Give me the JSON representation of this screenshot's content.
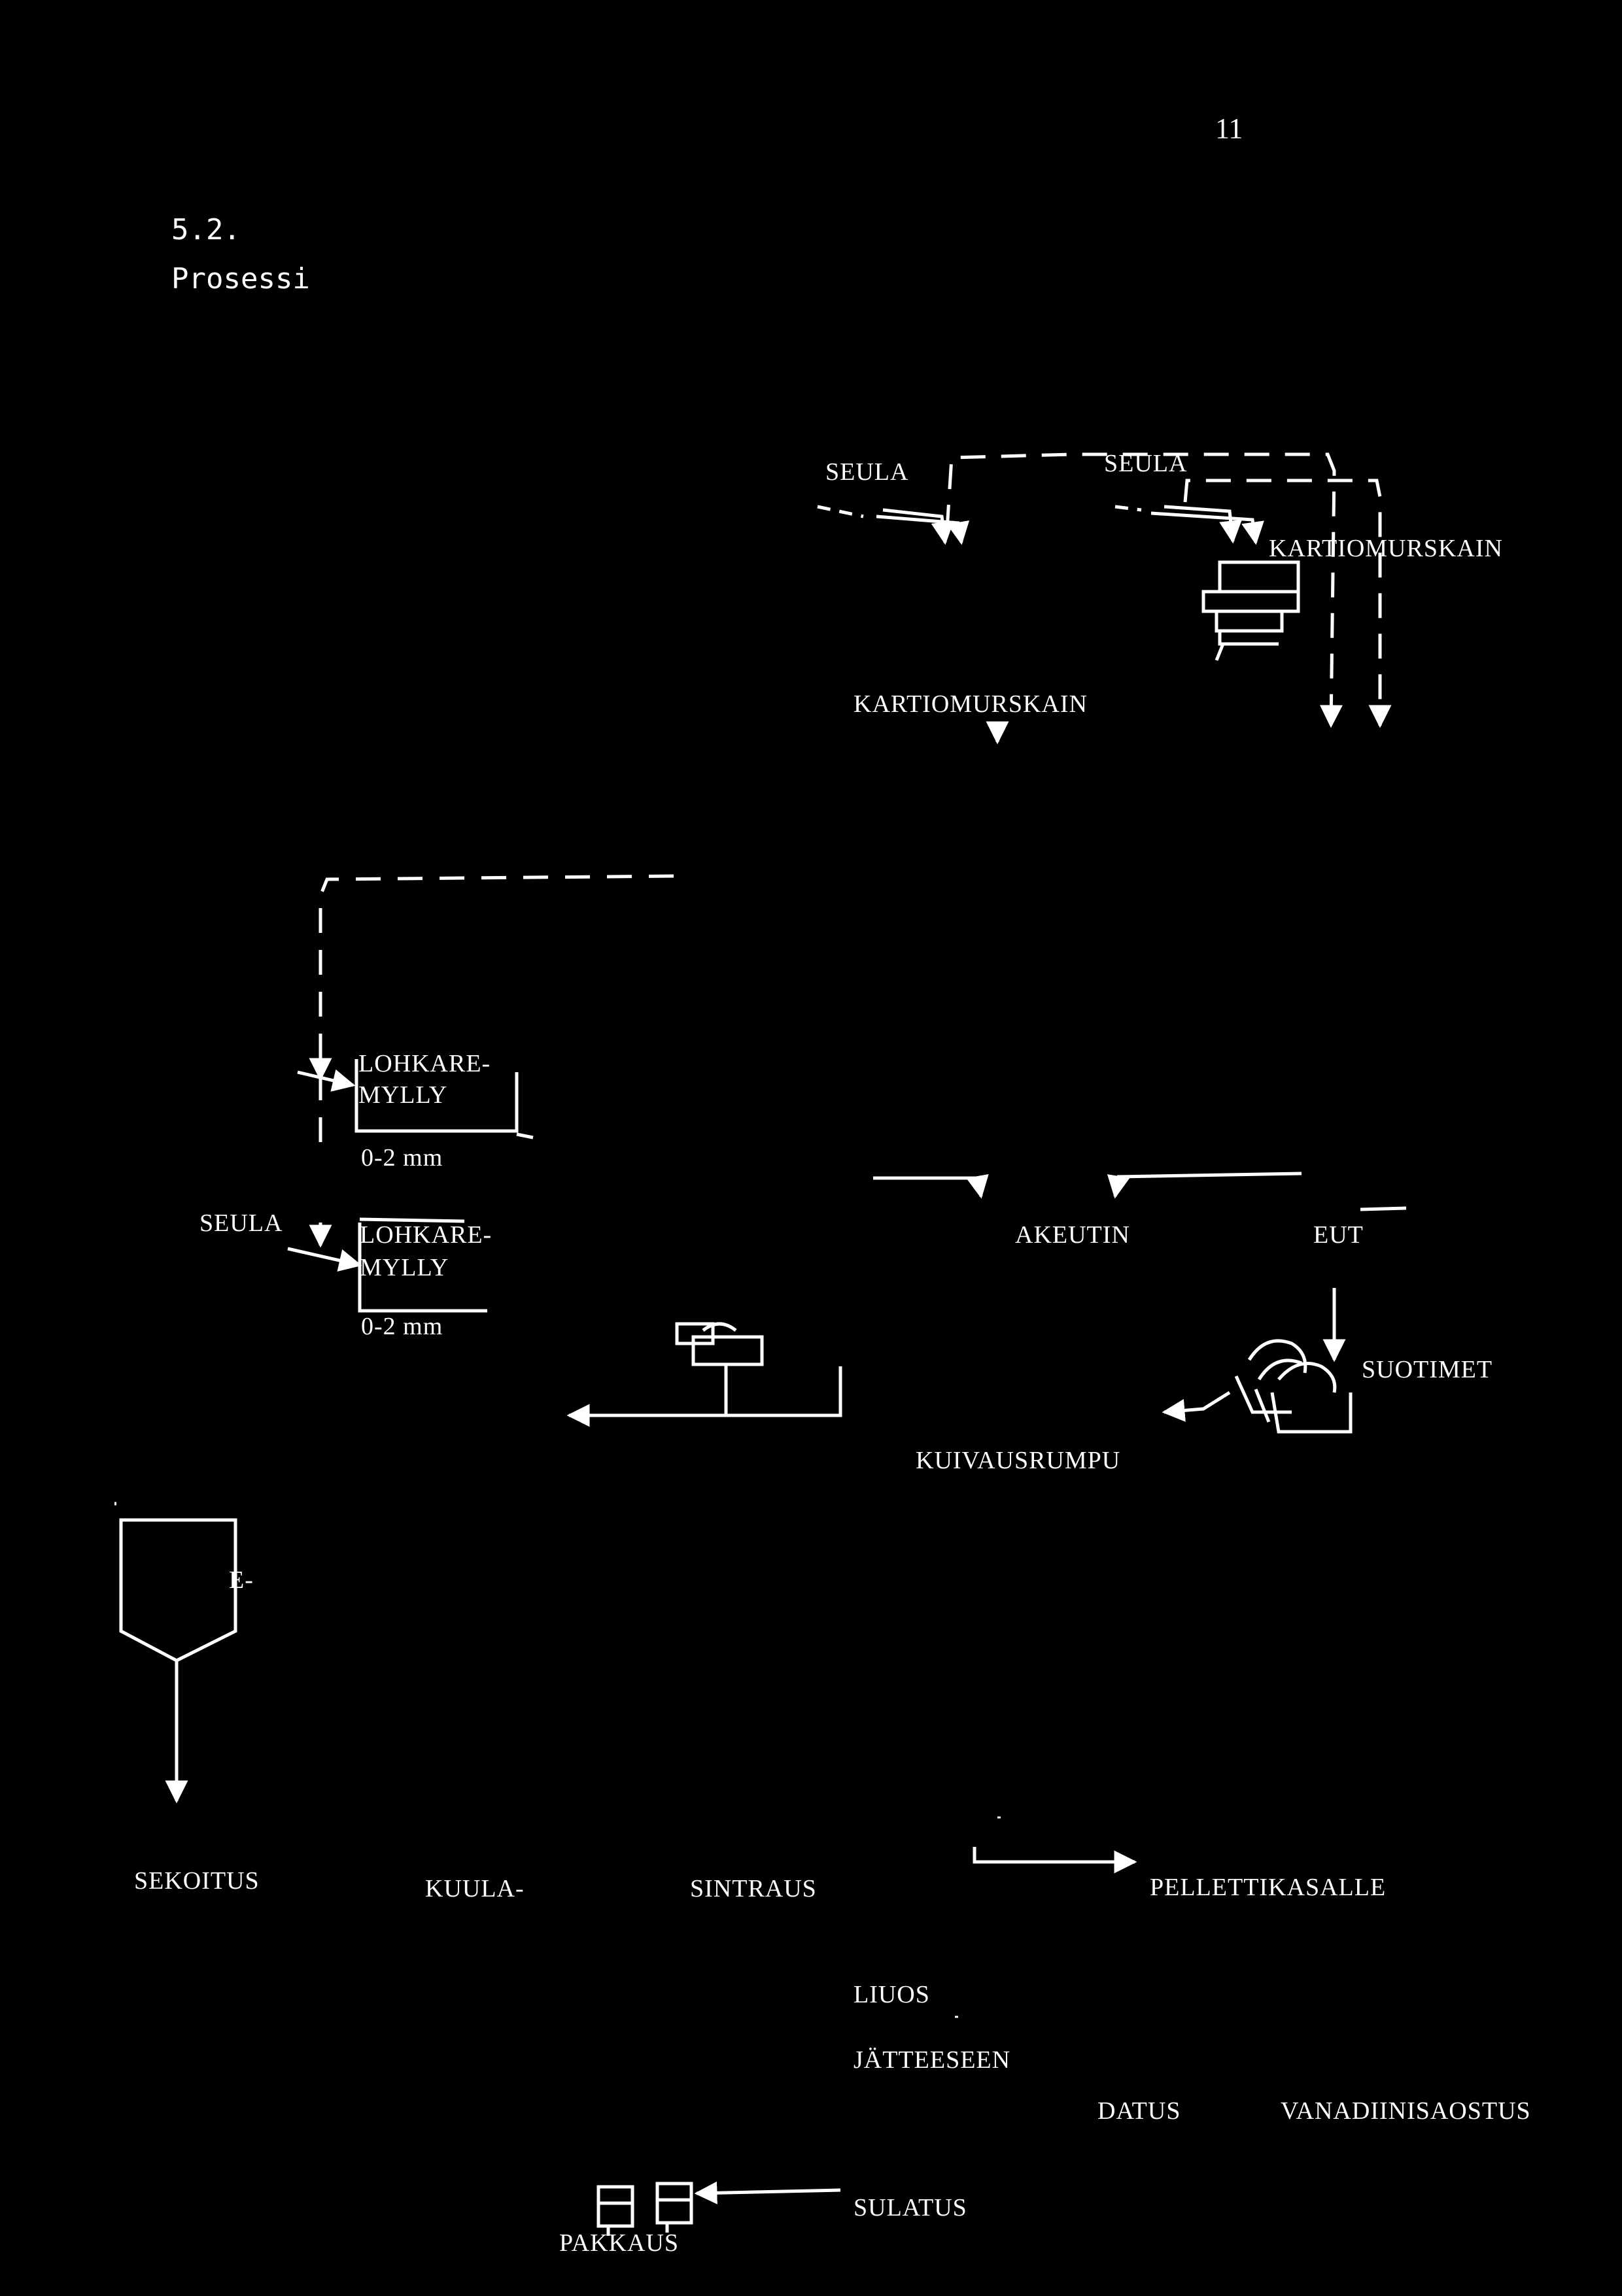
{
  "page_number": "11",
  "section": {
    "number": "5.2.",
    "title": "Prosessi"
  },
  "labels": {
    "seula_top_left": "SEULA",
    "seula_top_right": "SEULA",
    "kartiomurskain_right": "KARTIOMURSKAIN",
    "kartiomurskain_center": "KARTIOMURSKAIN",
    "lohkaremylly_1_line1": "LOHKARE-",
    "lohkaremylly_1_line2": "MYLLY",
    "size_1": "0-2 mm",
    "seula_left": "SEULA",
    "lohkaremylly_2_line1": "LOHKARE-",
    "lohkaremylly_2_line2": "MYLLY",
    "size_2": "0-2 mm",
    "akeutin": "AKEUTIN",
    "eut": "EUT",
    "suotimet": "SUOTIMET",
    "kuivausrumpu": "KUIVAUSRUMPU",
    "e_fragment": "E-",
    "sekoitus": "SEKOITUS",
    "kuula": "KUULA-",
    "sintraus": "SINTRAUS",
    "pellettikasalle": "PELLETTIKASALLE",
    "liuos": "LIUOS",
    "jatteeseen": "JÄTTEESEEN",
    "datus": "DATUS",
    "vanadiinisaostus": "VANADIINISAOSTUS",
    "sulatus": "SULATUS",
    "pakkaus": "PAKKAUS"
  },
  "colors": {
    "background": "#000000",
    "ink": "#ffffff"
  }
}
